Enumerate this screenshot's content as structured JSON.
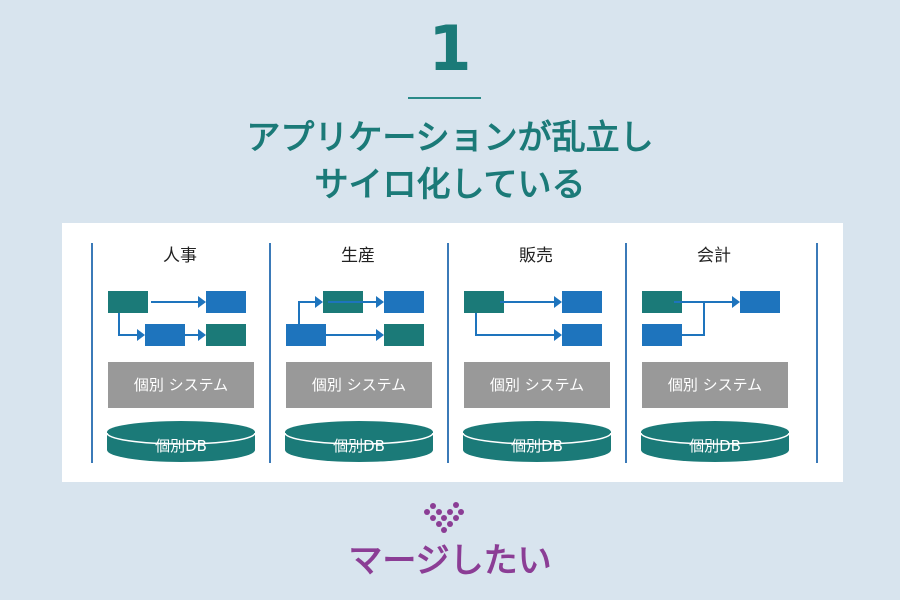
{
  "step": {
    "number": "1"
  },
  "headline": {
    "line1": "アプリケーションが乱立し",
    "line2": "サイロ化している"
  },
  "colors": {
    "background": "#d8e4ee",
    "teal": "#1b7a78",
    "blue": "#1e74bd",
    "gray_box": "#999999",
    "purple": "#8b3d95",
    "divider": "#3b7ab8"
  },
  "departments": [
    {
      "name": "人事",
      "system_label": "個別 システム",
      "db_label": "個別DB"
    },
    {
      "name": "生産",
      "system_label": "個別 システム",
      "db_label": "個別DB"
    },
    {
      "name": "販売",
      "system_label": "個別 システム",
      "db_label": "個別DB"
    },
    {
      "name": "会計",
      "system_label": "個別 システム",
      "db_label": "個別DB"
    }
  ],
  "footer": {
    "icon": "dotted-heart-icon",
    "text": "マージしたい"
  }
}
